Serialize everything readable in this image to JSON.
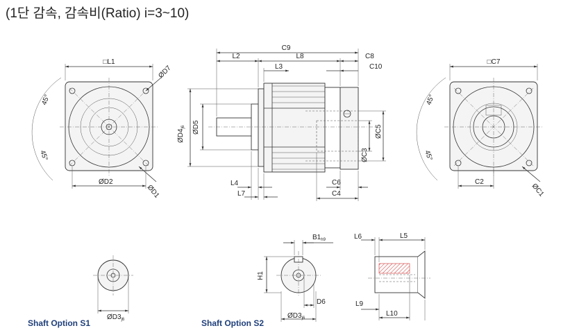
{
  "title": "(1단 감속, 감속비(Ratio) i=3~10)",
  "front_view": {
    "L1": "□L1",
    "D7": "ØD7",
    "D2": "ØD2",
    "D1": "ØD1",
    "angle_top": "45°",
    "angle_bottom": "45°"
  },
  "side_view": {
    "C9": "C9",
    "L2": "L2",
    "L8": "L8",
    "C8": "C8",
    "L3": "L3",
    "C10": "C10",
    "D4": "ØD4",
    "D4_tol": "j6",
    "D5": "ØD5",
    "C3": "ØC3",
    "C5": "ØC5",
    "L4": "L4",
    "L7": "L7",
    "C6": "C6",
    "C4": "C4"
  },
  "rear_view": {
    "C7": "□C7",
    "C2": "C2",
    "C1": "ØC1",
    "angle_top": "45°",
    "angle_bottom": "45°"
  },
  "shaft_s1": {
    "label": "Shaft Option S1",
    "D3": "ØD3",
    "D3_tol": "j6"
  },
  "shaft_s2": {
    "label": "Shaft Option S2",
    "B1": "B1",
    "B1_tol": "h9",
    "H1": "H1",
    "D6": "D6",
    "D3": "ØD3",
    "D3_tol": "j6",
    "L6": "L6",
    "L5": "L5",
    "L9": "L9",
    "L10": "L10"
  }
}
